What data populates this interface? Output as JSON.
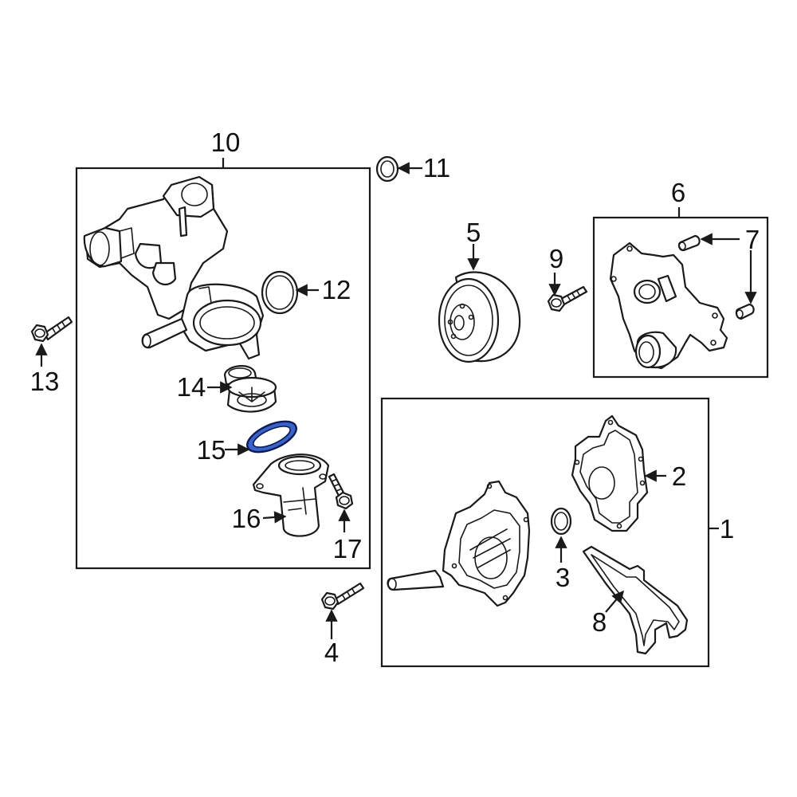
{
  "diagram": {
    "highlight_color": "#3a63c8",
    "highlight_stroke": "#0d1a55",
    "highlighted_part": "15",
    "callouts": [
      {
        "id": "c1",
        "text": "1"
      },
      {
        "id": "c2",
        "text": "2"
      },
      {
        "id": "c3",
        "text": "3"
      },
      {
        "id": "c4",
        "text": "4"
      },
      {
        "id": "c5",
        "text": "5"
      },
      {
        "id": "c6",
        "text": "6"
      },
      {
        "id": "c7",
        "text": "7"
      },
      {
        "id": "c8",
        "text": "8"
      },
      {
        "id": "c9",
        "text": "9"
      },
      {
        "id": "c10",
        "text": "10"
      },
      {
        "id": "c11",
        "text": "11"
      },
      {
        "id": "c12",
        "text": "12"
      },
      {
        "id": "c13",
        "text": "13"
      },
      {
        "id": "c14",
        "text": "14"
      },
      {
        "id": "c15",
        "text": "15"
      },
      {
        "id": "c16",
        "text": "16"
      },
      {
        "id": "c17",
        "text": "17"
      }
    ]
  }
}
